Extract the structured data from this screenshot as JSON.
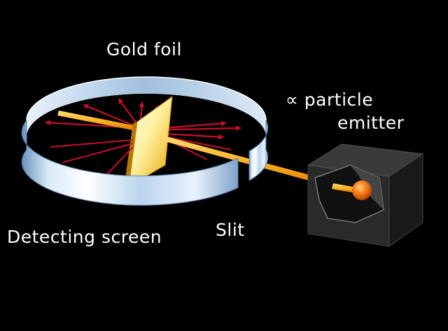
{
  "labels": {
    "gold_foil": "Gold foil",
    "emitter_line1": "∝ particle",
    "emitter_line2": "emitter",
    "detecting_screen": "Detecting screen",
    "slit": "Slit"
  },
  "colors": {
    "background": "#000000",
    "text": "#ffffff",
    "screen_light": "#f2f8ff",
    "screen_mid": "#b9d4ec",
    "screen_dark": "#6b93bd",
    "beam": "#ffb020",
    "beam_core": "#ffe07a",
    "deflection_arrows": "#c4102a",
    "foil_light": "#fff6b0",
    "foil_dark": "#e6a400",
    "box_dark": "#222222",
    "box_mid": "#333333",
    "box_light": "#555555",
    "emitter_ball": "#ff7a1a"
  },
  "icons": {
    "source": "alpha-particle-source-icon"
  }
}
